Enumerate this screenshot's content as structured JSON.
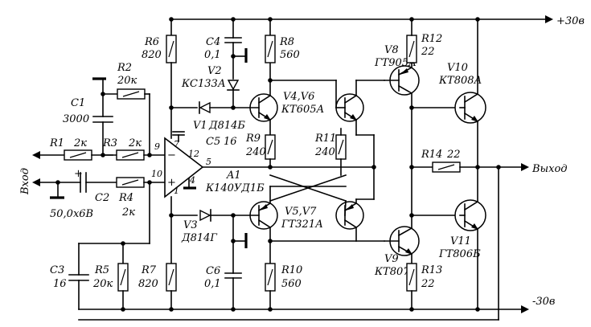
{
  "rails": {
    "positive": "+30в",
    "negative": "-30в"
  },
  "io": {
    "input": "Вход",
    "output": "Выход"
  },
  "opamp": {
    "ref": "A1",
    "part": "К140УД1Б",
    "pins": {
      "in_minus": "9",
      "in_plus": "10",
      "out": "5",
      "p7": "7",
      "p12": "12",
      "p4": "4",
      "p1": "1"
    },
    "minus_sign": "−",
    "plus_sign": "+"
  },
  "components": {
    "R1": {
      "ref": "R1",
      "value": "2к"
    },
    "R2": {
      "ref": "R2",
      "value": "20к"
    },
    "R3": {
      "ref": "R3",
      "value": "2к"
    },
    "R4": {
      "ref": "R4",
      "value": "2к"
    },
    "R5": {
      "ref": "R5",
      "value": "20к"
    },
    "R6": {
      "ref": "R6",
      "value": "820"
    },
    "R7": {
      "ref": "R7",
      "value": "820"
    },
    "R8": {
      "ref": "R8",
      "value": "560"
    },
    "R9": {
      "ref": "R9",
      "value": "240"
    },
    "R10": {
      "ref": "R10",
      "value": "560"
    },
    "R11": {
      "ref": "R11",
      "value": "240"
    },
    "R12": {
      "ref": "R12",
      "value": "22"
    },
    "R13": {
      "ref": "R13",
      "value": "22"
    },
    "R14": {
      "ref": "R14",
      "value": "22"
    },
    "C1": {
      "ref": "C1",
      "value": "3000"
    },
    "C2": {
      "ref": "C2",
      "value": "50,0х6В"
    },
    "C3": {
      "ref": "C3",
      "value": "16"
    },
    "C4": {
      "ref": "C4",
      "value": "0,1"
    },
    "C5": {
      "ref": "C5",
      "value": "16"
    },
    "C6": {
      "ref": "C6",
      "value": "0,1"
    },
    "C2_plus": "+",
    "V1": {
      "ref": "V1",
      "part": "Д814Б"
    },
    "V2": {
      "ref": "V2",
      "part": "КС133А"
    },
    "V3": {
      "ref": "V3",
      "part": "Д814Г"
    },
    "V4V6": {
      "ref": "V4,V6",
      "part": "КТ605А"
    },
    "V5V7": {
      "ref": "V5,V7",
      "part": "ГТ321А"
    },
    "V8": {
      "ref": "V8",
      "part": "ГТ905А"
    },
    "V9": {
      "ref": "V9",
      "part": "КТ807А"
    },
    "V10": {
      "ref": "V10",
      "part": "КТ808А"
    },
    "V11": {
      "ref": "V11",
      "part": "ГТ806Б"
    }
  }
}
